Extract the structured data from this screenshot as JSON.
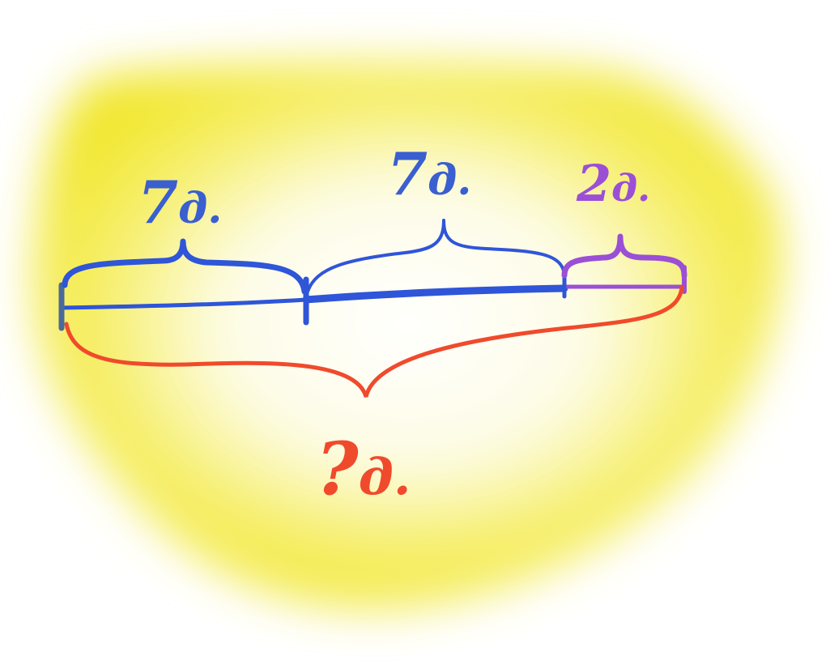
{
  "segments": [
    {
      "value": "7",
      "unit": "д.",
      "color": "#3a5fd0"
    },
    {
      "value": "7",
      "unit": "д.",
      "color": "#3a5fd0"
    },
    {
      "value": "2",
      "unit": "д.",
      "color": "#9b4fd6"
    }
  ],
  "total": {
    "value": "?",
    "unit": "д.",
    "color": "#f04a2c"
  },
  "colors": {
    "background_glow": "#f3ea2a",
    "line": "#2f55d8",
    "tail_segment": "#9b4fd6",
    "total_brace": "#f04a2c"
  }
}
